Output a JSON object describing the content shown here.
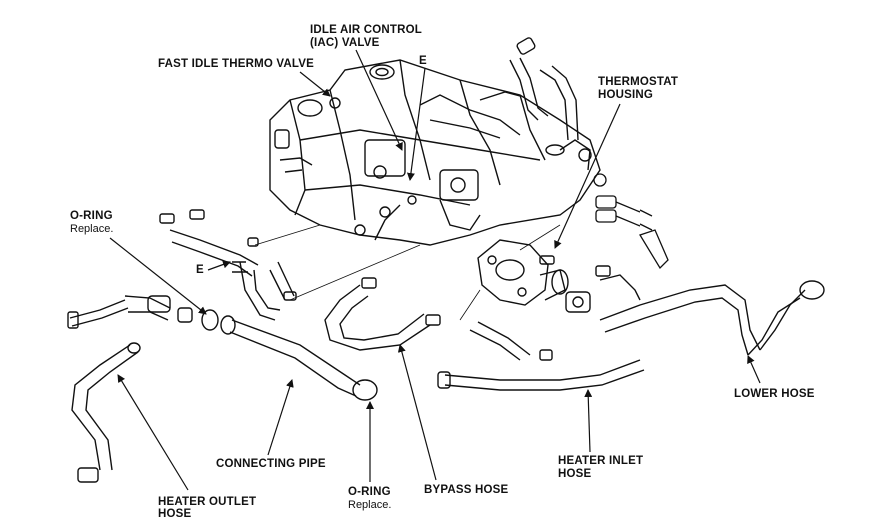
{
  "labels": {
    "iac_valve_line1": "IDLE AIR CONTROL",
    "iac_valve_line2": "(IAC) VALVE",
    "fast_idle": "FAST IDLE THERMO VALVE",
    "e_top": "E",
    "thermostat_line1": "THERMOSTAT",
    "thermostat_line2": "HOUSING",
    "oring_left_line1": "O-RING",
    "oring_left_line2": "Replace.",
    "e_left": "E",
    "lower_hose": "LOWER HOSE",
    "connecting_pipe": "CONNECTING PIPE",
    "heater_inlet_line1": "HEATER INLET",
    "heater_inlet_line2": "HOSE",
    "heater_outlet_line1": "HEATER OUTLET",
    "heater_outlet_line2": "HOSE",
    "oring_bottom_line1": "O-RING",
    "oring_bottom_line2": "Replace.",
    "bypass_hose": "BYPASS HOSE"
  },
  "colors": {
    "ink": "#111111",
    "paper": "#ffffff"
  }
}
